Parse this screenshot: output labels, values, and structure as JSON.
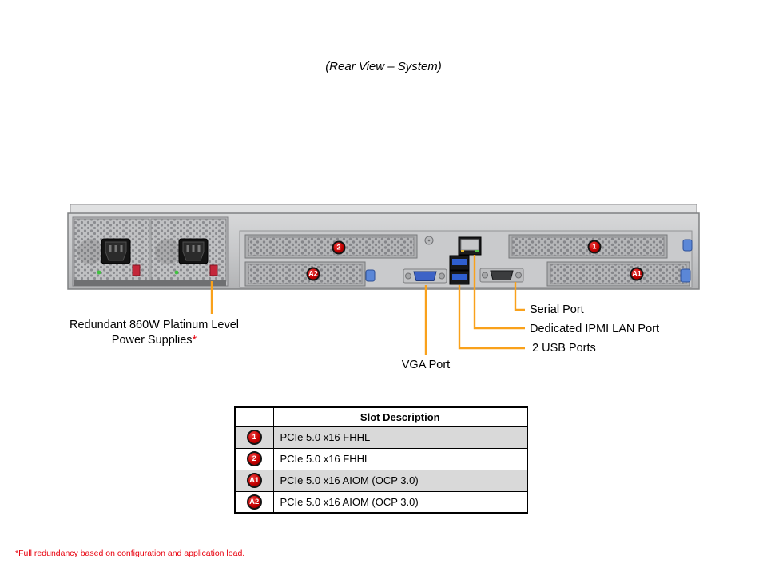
{
  "title": "(Rear View – System)",
  "callouts": {
    "psu_line1": "Redundant 860W Platinum Level",
    "psu_line2": "Power Supplies",
    "psu_asterisk": "*",
    "serial": "Serial Port",
    "ipmi": "Dedicated IPMI LAN Port",
    "usb": "2 USB Ports",
    "vga": "VGA Port"
  },
  "badges": {
    "slot1": "1",
    "slot2": "2",
    "slotA1": "A1",
    "slotA2": "A2"
  },
  "table": {
    "header": "Slot Description",
    "rows": [
      {
        "badge": "1",
        "description": "PCIe 5.0 x16 FHHL"
      },
      {
        "badge": "2",
        "description": "PCIe 5.0 x16 FHHL"
      },
      {
        "badge": "A1",
        "description": "PCIe 5.0 x16 AIOM (OCP 3.0)"
      },
      {
        "badge": "A2",
        "description": "PCIe 5.0 x16 AIOM (OCP 3.0)"
      }
    ]
  },
  "footnote": "*Full redundancy based on configuration and application load.",
  "colors": {
    "leader_line": "#F9A11B",
    "badge_red": "#C40000",
    "footnote_red": "#E8000D",
    "row_gray": "#D9D9D9"
  }
}
